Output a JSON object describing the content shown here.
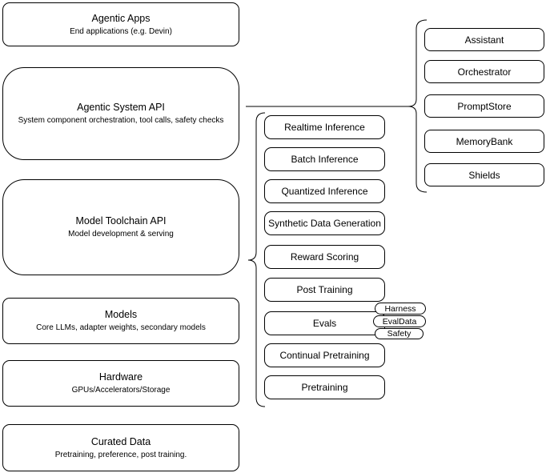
{
  "diagram": {
    "stack": [
      {
        "title": "Agentic Apps",
        "subtitle": "End applications (e.g. Devin)"
      },
      {
        "title": "Agentic System API",
        "subtitle": "System component orchestration, tool calls, safety checks"
      },
      {
        "title": "Model Toolchain API",
        "subtitle": "Model development & serving"
      },
      {
        "title": "Models",
        "subtitle": "Core LLMs, adapter weights, secondary models"
      },
      {
        "title": "Hardware",
        "subtitle": "GPUs/Accelerators/Storage"
      },
      {
        "title": "Curated Data",
        "subtitle": "Pretraining, preference, post training."
      }
    ],
    "toolchain_items": [
      "Realtime Inference",
      "Batch Inference",
      "Quantized Inference",
      "Synthetic Data Generation",
      "Reward Scoring",
      "Post Training",
      "Evals",
      "Continual Pretraining",
      "Pretraining"
    ],
    "eval_tags": [
      "Harness",
      "EvalData",
      "Safety"
    ],
    "system_components": [
      "Assistant",
      "Orchestrator",
      "PromptStore",
      "MemoryBank",
      "Shields"
    ],
    "colors": {
      "stroke": "#000000",
      "background": "#ffffff",
      "text": "#000000"
    }
  }
}
